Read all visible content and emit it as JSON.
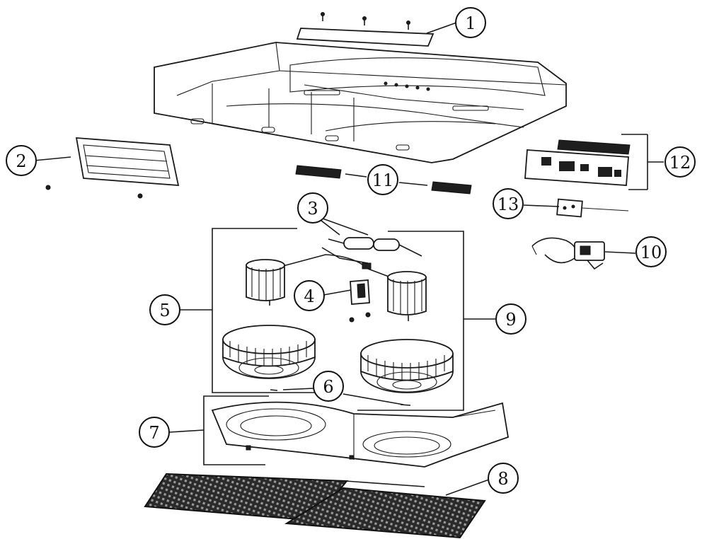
{
  "callouts": [
    {
      "id": "1",
      "label": "1"
    },
    {
      "id": "2",
      "label": "2"
    },
    {
      "id": "3",
      "label": "3"
    },
    {
      "id": "4",
      "label": "4"
    },
    {
      "id": "5",
      "label": "5"
    },
    {
      "id": "6",
      "label": "6"
    },
    {
      "id": "7",
      "label": "7"
    },
    {
      "id": "8",
      "label": "8"
    },
    {
      "id": "9",
      "label": "9"
    },
    {
      "id": "10",
      "label": "10"
    },
    {
      "id": "11",
      "label": "11"
    },
    {
      "id": "12",
      "label": "12"
    },
    {
      "id": "13",
      "label": "13"
    }
  ],
  "colors": {
    "line": "#1a1a1a",
    "background": "#ffffff"
  }
}
